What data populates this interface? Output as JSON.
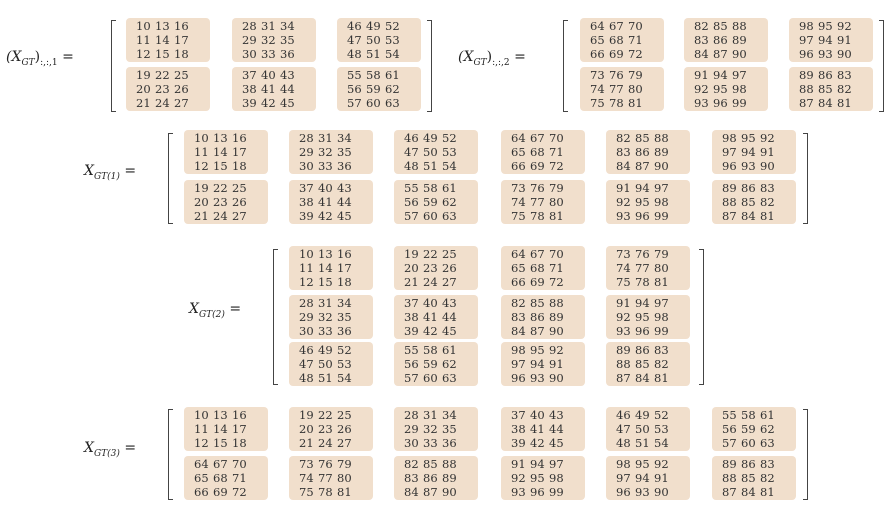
{
  "colors": {
    "block_fill": "#f1dfcc",
    "text": "#222222",
    "bracket": "#444444"
  },
  "blocks": {
    "s1a": [
      [
        10,
        13,
        16
      ],
      [
        11,
        14,
        17
      ],
      [
        12,
        15,
        18
      ]
    ],
    "s1b": [
      [
        28,
        31,
        34
      ],
      [
        29,
        32,
        35
      ],
      [
        30,
        33,
        36
      ]
    ],
    "s1c": [
      [
        46,
        49,
        52
      ],
      [
        47,
        50,
        53
      ],
      [
        48,
        51,
        54
      ]
    ],
    "s1d": [
      [
        19,
        22,
        25
      ],
      [
        20,
        23,
        26
      ],
      [
        21,
        24,
        27
      ]
    ],
    "s1e": [
      [
        37,
        40,
        43
      ],
      [
        38,
        41,
        44
      ],
      [
        39,
        42,
        45
      ]
    ],
    "s1f": [
      [
        55,
        58,
        61
      ],
      [
        56,
        59,
        62
      ],
      [
        57,
        60,
        63
      ]
    ],
    "s2a": [
      [
        64,
        67,
        70
      ],
      [
        65,
        68,
        71
      ],
      [
        66,
        69,
        72
      ]
    ],
    "s2b": [
      [
        82,
        85,
        88
      ],
      [
        83,
        86,
        89
      ],
      [
        84,
        87,
        90
      ]
    ],
    "s2c": [
      [
        98,
        95,
        92
      ],
      [
        97,
        94,
        91
      ],
      [
        96,
        93,
        90
      ]
    ],
    "s2d": [
      [
        73,
        76,
        79
      ],
      [
        74,
        77,
        80
      ],
      [
        75,
        78,
        81
      ]
    ],
    "s2e": [
      [
        91,
        94,
        97
      ],
      [
        92,
        95,
        98
      ],
      [
        93,
        96,
        99
      ]
    ],
    "s2f": [
      [
        89,
        86,
        83
      ],
      [
        88,
        85,
        82
      ],
      [
        87,
        84,
        81
      ]
    ]
  },
  "panels": [
    {
      "id": "slice1",
      "label": {
        "base": "(X",
        "sub1": "GT",
        "close": ")",
        "sub2": ":,:,1",
        "eq": "="
      },
      "grid": [
        [
          "s1a",
          "s1b",
          "s1c"
        ],
        [
          "s1d",
          "s1e",
          "s1f"
        ]
      ]
    },
    {
      "id": "slice2",
      "label": {
        "base": "(X",
        "sub1": "GT",
        "close": ")",
        "sub2": ":,:,2",
        "eq": "="
      },
      "grid": [
        [
          "s2a",
          "s2b",
          "s2c"
        ],
        [
          "s2d",
          "s2e",
          "s2f"
        ]
      ]
    },
    {
      "id": "unfold1",
      "label": {
        "base": "X",
        "sub1": "GT(1)",
        "eq": "="
      },
      "grid": [
        [
          "s1a",
          "s1b",
          "s1c",
          "s2a",
          "s2b",
          "s2c"
        ],
        [
          "s1d",
          "s1e",
          "s1f",
          "s2d",
          "s2e",
          "s2f"
        ]
      ]
    },
    {
      "id": "unfold2",
      "label": {
        "base": "X",
        "sub1": "GT(2)",
        "eq": "="
      },
      "grid": [
        [
          "s1a",
          "s1d",
          "s2a",
          "s2d"
        ],
        [
          "s1b",
          "s1e",
          "s2b",
          "s2e"
        ],
        [
          "s1c",
          "s1f",
          "s2c",
          "s2f"
        ]
      ]
    },
    {
      "id": "unfold3",
      "label": {
        "base": "X",
        "sub1": "GT(3)",
        "eq": "="
      },
      "grid": [
        [
          "s1a",
          "s1d",
          "s1b",
          "s1e",
          "s1c",
          "s1f"
        ],
        [
          "s2a",
          "s2d",
          "s2b",
          "s2e",
          "s2c",
          "s2f"
        ]
      ]
    }
  ]
}
